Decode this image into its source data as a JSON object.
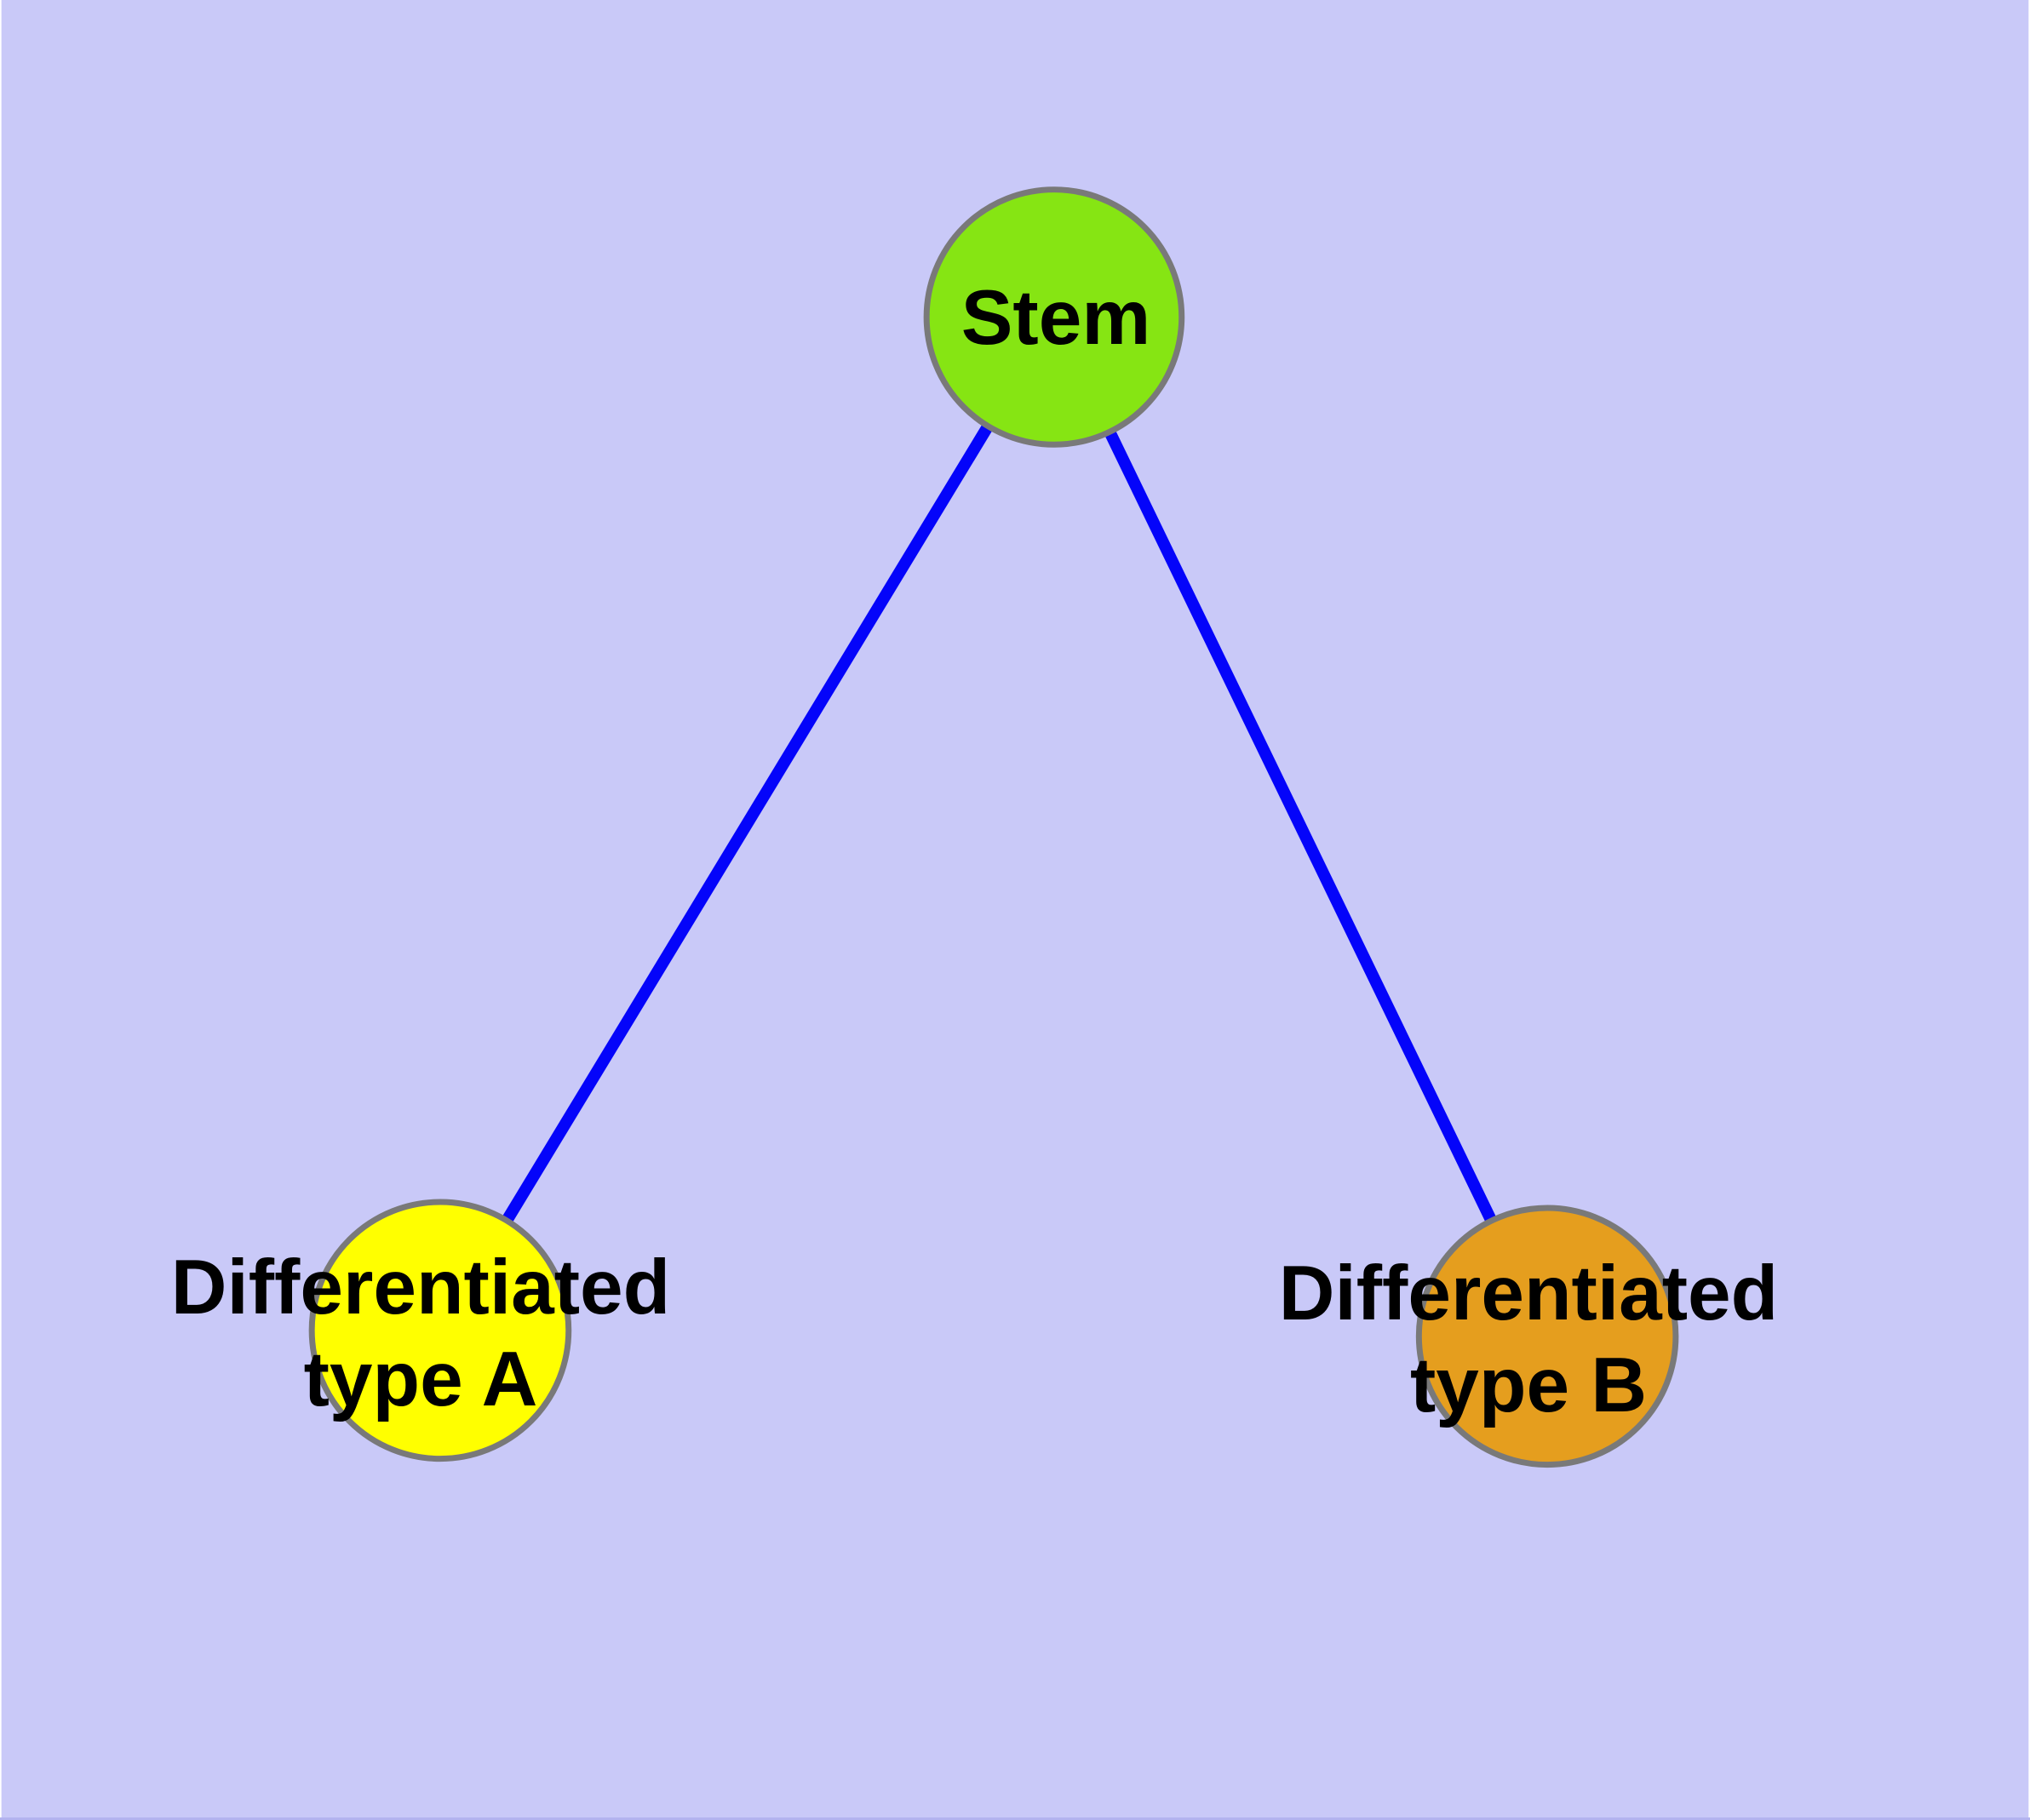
{
  "diagram": {
    "background_color": "#c9c9f8",
    "edge_color": "#0404fa",
    "node_border_color": "#797979",
    "label_text_color": "#000000",
    "nodes": {
      "stem": {
        "label": "Stem",
        "fill": "#86e513"
      },
      "type_a": {
        "label_line1": "Differentiated",
        "label_line2": "type A",
        "fill": "#ffff00"
      },
      "type_b": {
        "label_line1": "Differentiated",
        "label_line2": "type B",
        "fill": "#e59e1e"
      }
    },
    "edges": [
      {
        "from": "Stem",
        "to": "Differentiated type A"
      },
      {
        "from": "Stem",
        "to": "Differentiated type B"
      }
    ]
  }
}
